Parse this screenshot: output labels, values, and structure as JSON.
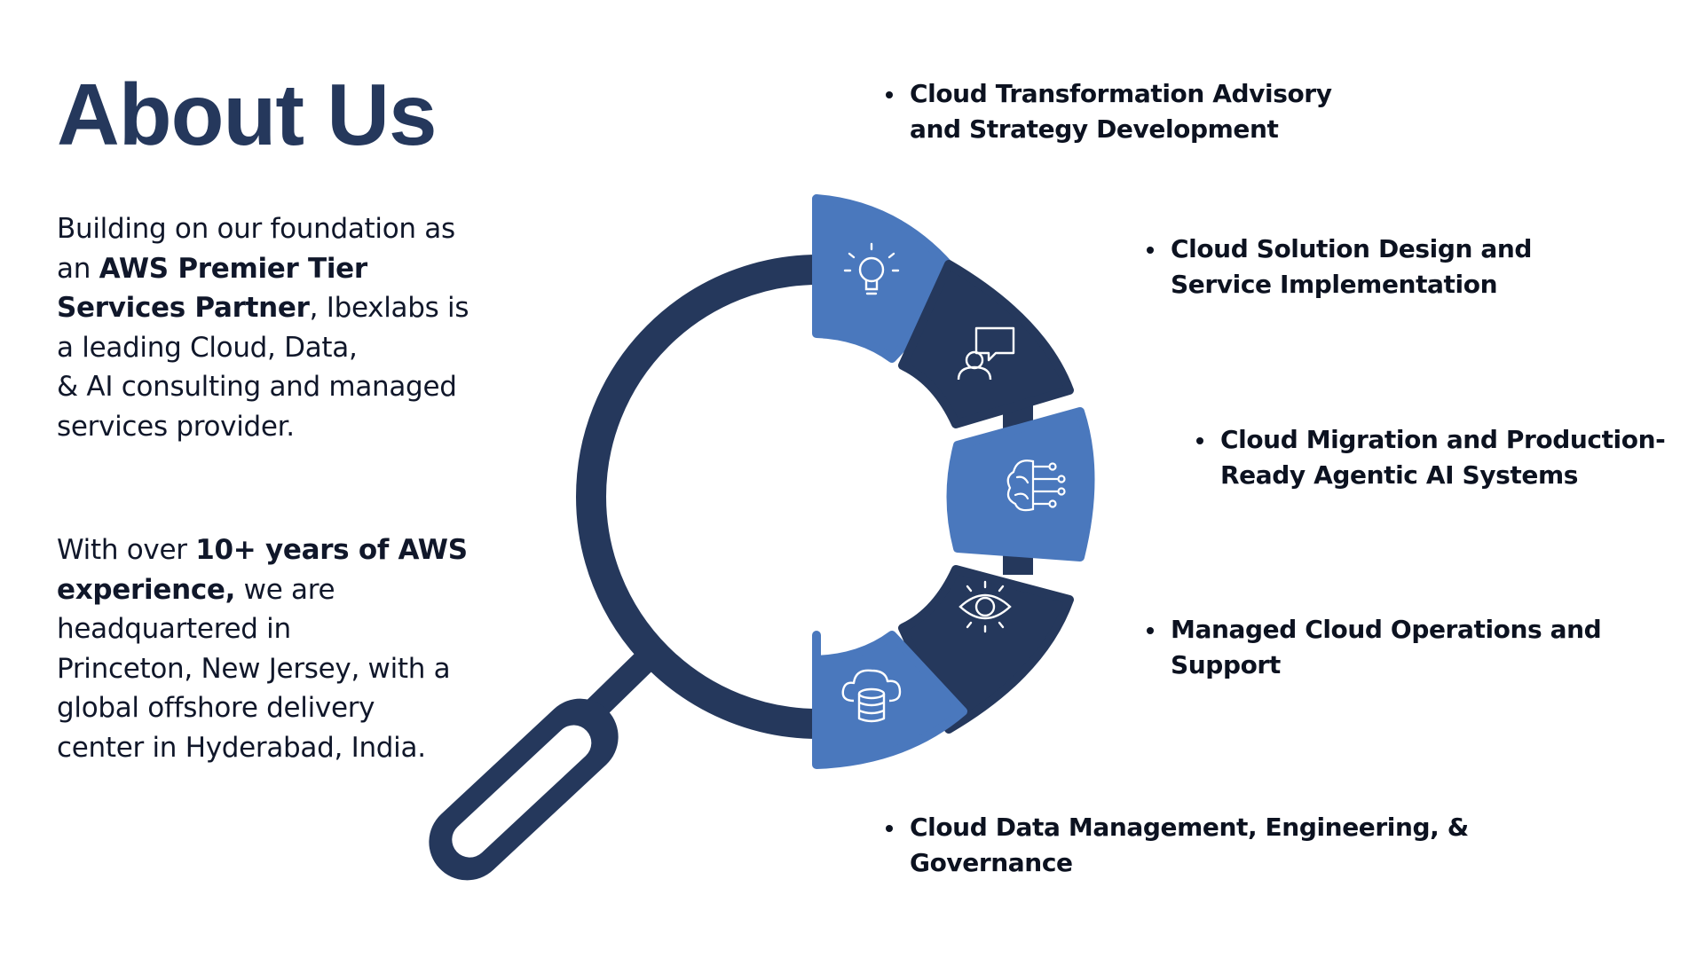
{
  "heading": "About Us",
  "intro": {
    "lines": [
      {
        "pre": "Building on our foundation as",
        "bold": "",
        "post": ""
      },
      {
        "pre": "an ",
        "bold": "AWS Premier Tier",
        "post": ""
      },
      {
        "pre": "",
        "bold": "Services Partner",
        "post": ", Ibexlabs is"
      },
      {
        "pre": "a leading Cloud, Data,",
        "bold": "",
        "post": ""
      },
      {
        "pre": "& AI consulting and managed",
        "bold": "",
        "post": ""
      },
      {
        "pre": "services provider.",
        "bold": "",
        "post": ""
      }
    ]
  },
  "experience": {
    "lines": [
      {
        "pre": "With over ",
        "bold": "10+ years of AWS",
        "post": ""
      },
      {
        "pre": "",
        "bold": "experience,",
        "post": " we are"
      },
      {
        "pre": "headquartered in",
        "bold": "",
        "post": ""
      },
      {
        "pre": "Princeton, New Jersey, with a",
        "bold": "",
        "post": ""
      },
      {
        "pre": "global offshore delivery",
        "bold": "",
        "post": ""
      },
      {
        "pre": "center in Hyderabad, India.",
        "bold": "",
        "post": ""
      }
    ]
  },
  "services": [
    {
      "line1": "Cloud Transformation Advisory",
      "line2": "and Strategy Development",
      "icon": "lightbulb-icon"
    },
    {
      "line1": "Cloud Solution Design and",
      "line2": "Service Implementation",
      "icon": "person-chat-icon"
    },
    {
      "line1": "Cloud Migration and Production-",
      "line2": "Ready Agentic AI Systems",
      "icon": "ai-brain-icon"
    },
    {
      "line1": "Managed Cloud Operations and",
      "line2": "Support",
      "icon": "eye-icon"
    },
    {
      "line1": "Cloud Data Management, Engineering, &",
      "line2": "Governance",
      "icon": "cloud-database-icon"
    }
  ],
  "colors": {
    "navy": "#25385c",
    "blue": "#4a78bd",
    "text": "#10172a"
  }
}
